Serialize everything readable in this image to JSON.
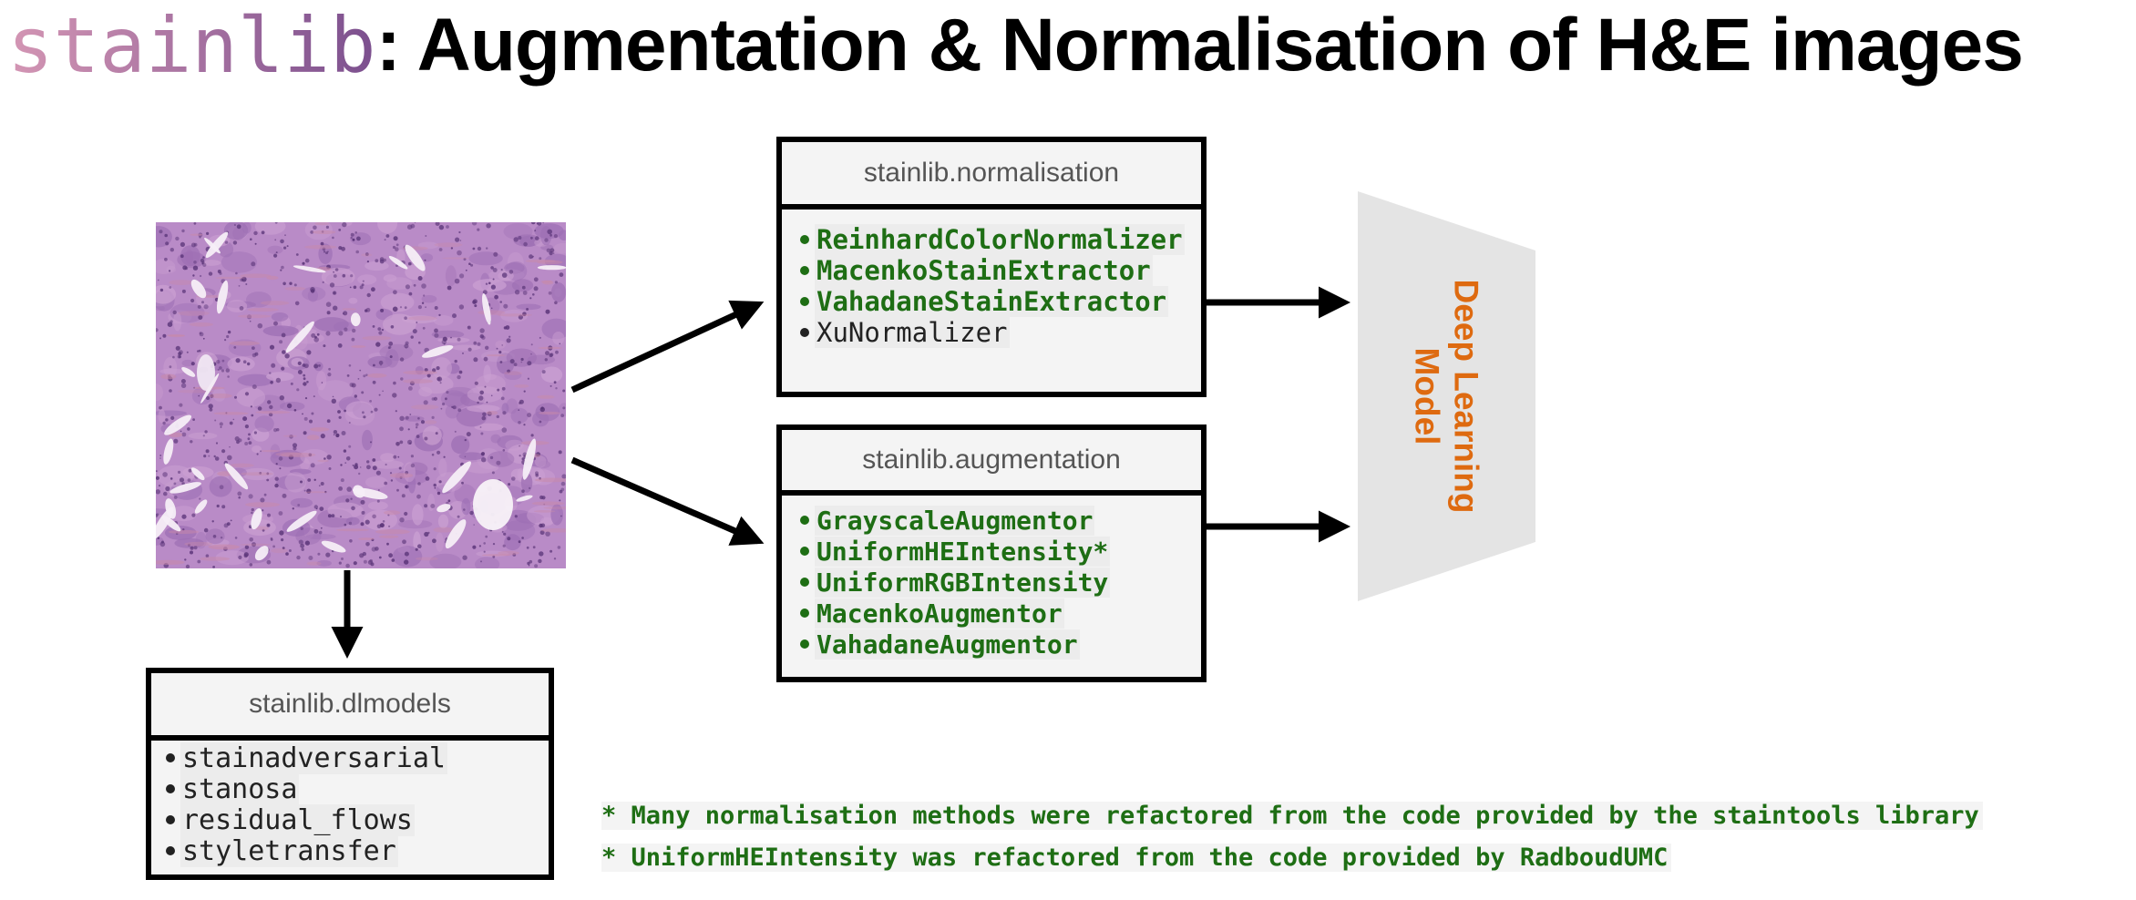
{
  "title": {
    "lib": "stainlib",
    "rest": ": Augmentation & Normalisation of H&E images",
    "lib_gradient": [
      "#d496b4",
      "#7b4f8e"
    ]
  },
  "colors": {
    "green": "#1e6e14",
    "orange": "#de6a10",
    "model_fill": "#e4e4e4",
    "tissue": "#b98bc7"
  },
  "normalisation": {
    "header": "stainlib.normalisation",
    "items": [
      {
        "text": "ReinhardColorNormalizer",
        "style": "green"
      },
      {
        "text": "MacenkoStainExtractor",
        "style": "green"
      },
      {
        "text": "VahadaneStainExtractor",
        "style": "green"
      },
      {
        "text": "XuNormalizer",
        "style": "plain"
      }
    ]
  },
  "augmentation": {
    "header": "stainlib.augmentation",
    "items": [
      {
        "text": "GrayscaleAugmentor",
        "style": "green"
      },
      {
        "text": "UniformHEIntensity*",
        "style": "green"
      },
      {
        "text": "UniformRGBIntensity",
        "style": "green"
      },
      {
        "text": "MacenkoAugmentor",
        "style": "green"
      },
      {
        "text": "VahadaneAugmentor",
        "style": "green"
      }
    ]
  },
  "dlmodels": {
    "header": "stainlib.dlmodels",
    "items": [
      {
        "text": "stainadversarial",
        "style": "plain"
      },
      {
        "text": "stanosa",
        "style": "plain"
      },
      {
        "text": "residual_flows",
        "style": "plain"
      },
      {
        "text": "styletransfer",
        "style": "plain"
      }
    ]
  },
  "model": {
    "label_line1": "Deep Learning",
    "label_line2": "Model"
  },
  "footnotes": [
    "* Many normalisation methods were refactored from the code provided by the staintools library",
    "* UniformHEIntensity was refactored from the code provided by RadboudUMC"
  ]
}
